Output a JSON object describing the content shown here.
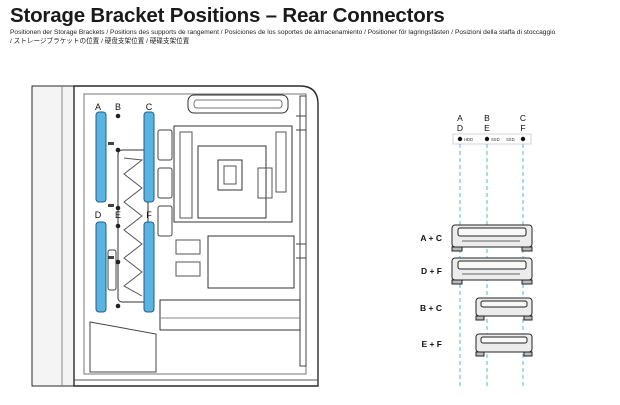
{
  "header": {
    "title": "Storage Bracket Positions – Rear Connectors",
    "subtitle_line1": "Positionen der Storage Brackets / Positions des supports de rangement / Posiciones de los soportes de almacenamiento / Positioner för lagringsfästen / Posizioni della staffa di stoccaggio",
    "subtitle_line2": "/ ストレージブラケットの位置 / 硬盘支架位置 / 硬碟支架位置"
  },
  "case": {
    "bracket_labels": [
      "A",
      "B",
      "C",
      "D",
      "E",
      "F"
    ],
    "accent_color": "#5bb3e0"
  },
  "legend": {
    "col_top": [
      "A",
      "B",
      "C"
    ],
    "col_bottom": [
      "D",
      "E",
      "F"
    ],
    "col_tags": [
      "HDD",
      "SSD",
      "SSD"
    ]
  },
  "combos": [
    "A + C",
    "D + F",
    "B + C",
    "E + F"
  ]
}
